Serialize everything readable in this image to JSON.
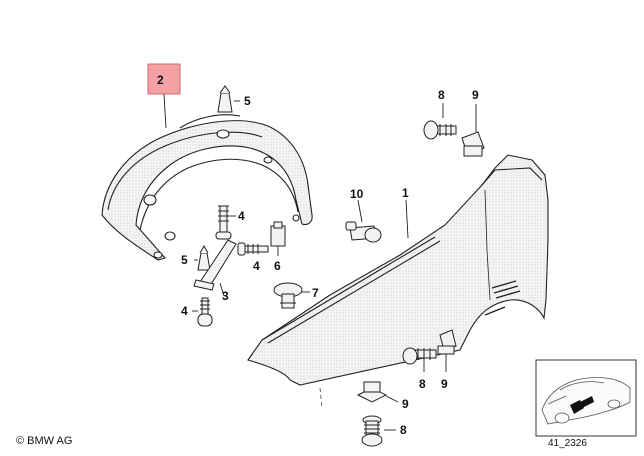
{
  "callouts": {
    "liner": "2",
    "fender": "1",
    "clip_top": "5",
    "clip_bottom": "5",
    "screw_a": "4",
    "screw_b": "4",
    "screw_c": "4",
    "bracket": "3",
    "nut_6": "6",
    "plug_7": "7",
    "rivet_10": "10",
    "screw_8_top": "8",
    "clip_9_top": "9",
    "screw_8_mid": "8",
    "clip_9_mid": "9",
    "clip_9_bottom": "9",
    "screw_8_bottom": "8"
  },
  "footer": {
    "copyright": "© BMW AG",
    "diagram_ref": "41_2326"
  },
  "colors": {
    "highlight": "#f4a0a4",
    "line": "#222222",
    "part_fill": "#f3f3f3"
  }
}
